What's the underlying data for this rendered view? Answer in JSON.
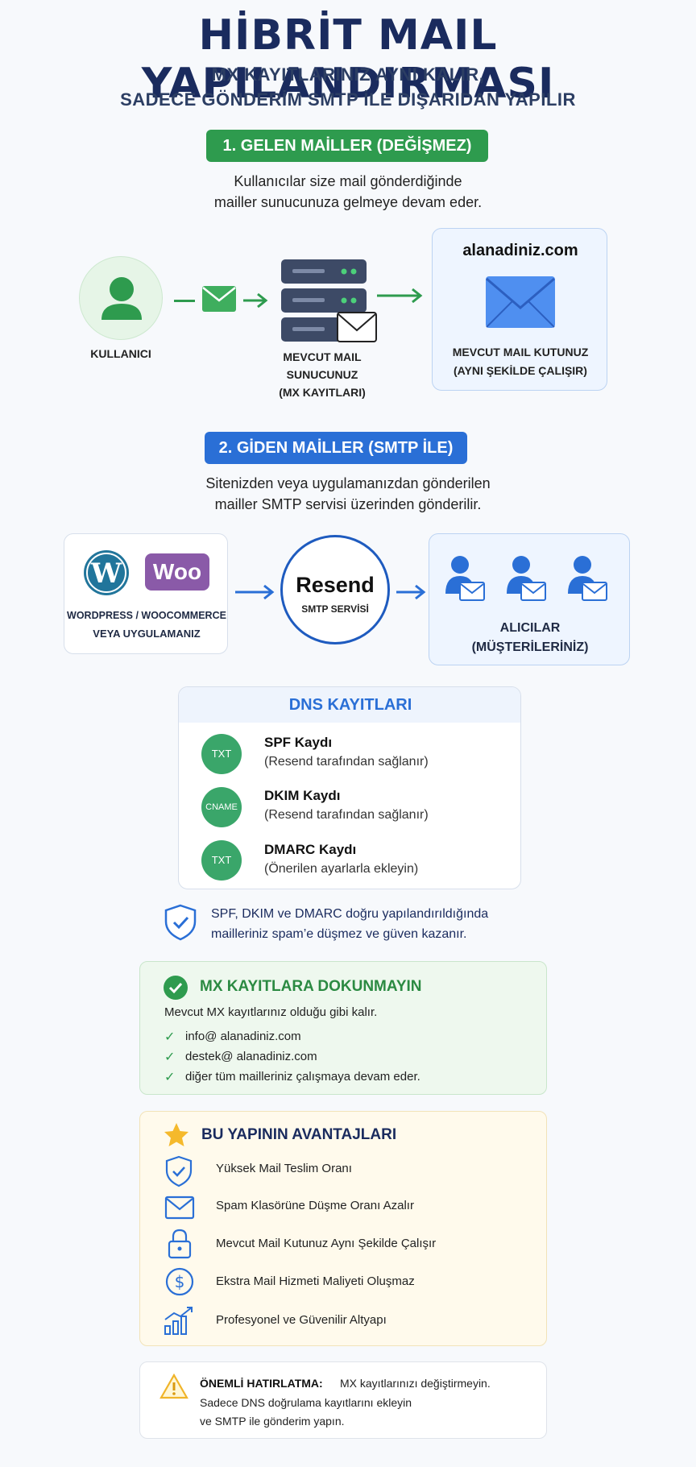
{
  "header": {
    "title": "HİBRİT MAIL YAPILANDIRMASI",
    "subtitle_line1": "MX KAYITLARINIZ AYNI KALIR,",
    "subtitle_line2": "SADECE GÖNDERİM SMTP İLE DIŞARIDAN YAPILIR"
  },
  "incoming": {
    "pill": "1. GELEN MAİLLER (DEĞİŞMEZ)",
    "desc_line1": "Kullanıcılar size mail gönderdiğinde",
    "desc_line2": "mailler sunucunuza gelmeye devam eder.",
    "user_label": "KULLANICI",
    "server_label_1": "MEVCUT MAIL",
    "server_label_2": "SUNUCUNUZ",
    "server_label_3": "(MX KAYITLARI)",
    "domain": "alanadiniz.com",
    "mailbox_label_1": "MEVCUT MAIL KUTUNUZ",
    "mailbox_label_2": "(AYNI ŞEKİLDE ÇALIŞIR)"
  },
  "outgoing": {
    "pill": "2. GİDEN MAİLLER (SMTP İLE)",
    "desc_line1": "Sitenizden veya uygulamanızdan gönderilen",
    "desc_line2": "mailler SMTP servisi üzerinden gönderilir.",
    "woo_text": "Woo",
    "source_label_1": "WORDPRESS / WOOCOMMERCE",
    "source_label_2": "VEYA UYGULAMANIZ",
    "resend_name": "Resend",
    "resend_sub": "SMTP SERVİSİ",
    "recipients_label_1": "ALICILAR",
    "recipients_label_2": "(MÜŞTERİLERİNİZ)"
  },
  "dns": {
    "title": "DNS KAYITLARI",
    "records": [
      {
        "badge": "TXT",
        "name": "SPF Kaydı",
        "note": "(Resend tarafından sağlanır)"
      },
      {
        "badge": "CNAME",
        "name": "DKIM Kaydı",
        "note": "(Resend tarafından sağlanır)"
      },
      {
        "badge": "TXT",
        "name": "DMARC Kaydı",
        "note": "(Önerilen ayarlarla ekleyin)"
      }
    ]
  },
  "trust": {
    "line1": "SPF, DKIM ve DMARC doğru yapılandırıldığında",
    "line2": "mailleriniz spam’e düşmez ve güven kazanır."
  },
  "mx": {
    "title": "MX KAYITLARA DOKUNMAYIN",
    "desc": "Mevcut MX kayıtlarınız olduğu gibi kalır.",
    "items": [
      "info@ alanadiniz.com",
      "destek@ alanadiniz.com",
      "diğer tüm mailleriniz çalışmaya devam eder."
    ]
  },
  "advantages": {
    "title": "BU YAPININ AVANTAJLARI",
    "items": [
      {
        "icon": "shield-check-icon",
        "text": "Yüksek Mail Teslim Oranı"
      },
      {
        "icon": "envelope-icon",
        "text": "Spam Klasörüne Düşme Oranı Azalır"
      },
      {
        "icon": "lock-icon",
        "text": "Mevcut Mail Kutunuz Aynı Şekilde Çalışır"
      },
      {
        "icon": "dollar-icon",
        "text": "Ekstra Mail Hizmeti Maliyeti Oluşmaz"
      },
      {
        "icon": "chart-icon",
        "text": "Profesyonel ve Güvenilir Altyapı"
      }
    ]
  },
  "reminder": {
    "label": "ÖNEMLİ HATIRLATMA:",
    "line1": "MX kayıtlarınızı değiştirmeyin.",
    "line2": "Sadece DNS doğrulama kayıtlarını ekleyin",
    "line3": "ve SMTP ile gönderim yapın."
  },
  "colors": {
    "green": "#2e9b4e",
    "blue": "#2a6fd6",
    "navy": "#1a2b5e"
  }
}
